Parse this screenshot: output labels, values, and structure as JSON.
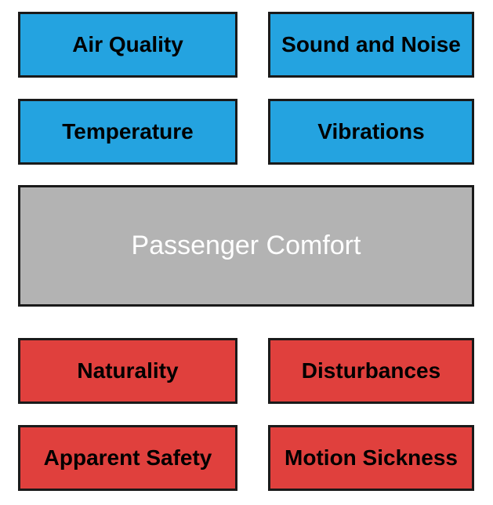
{
  "colors": {
    "environment": "#24a3e0",
    "comfort": "#b3b3b3",
    "comfort_text": "#ffffff",
    "perception": "#e0403d"
  },
  "top_boxes": [
    {
      "label": "Air Quality"
    },
    {
      "label": "Sound and Noise"
    },
    {
      "label": "Temperature"
    },
    {
      "label": "Vibrations"
    }
  ],
  "center_box": {
    "label": "Passenger Comfort"
  },
  "bottom_boxes": [
    {
      "label": "Naturality"
    },
    {
      "label": "Disturbances"
    },
    {
      "label": "Apparent Safety"
    },
    {
      "label": "Motion Sickness"
    }
  ]
}
